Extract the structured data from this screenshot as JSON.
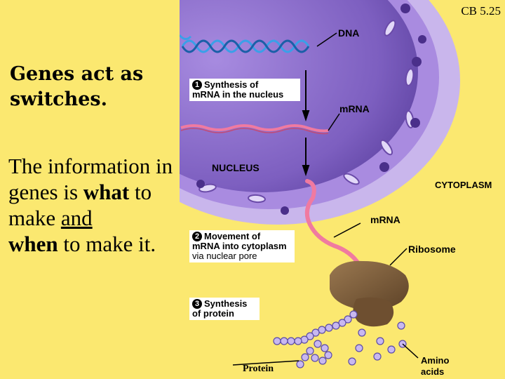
{
  "slide": {
    "code": "CB 5.25",
    "heading_line1": "Genes act as",
    "heading_line2": "switches.",
    "text_part1": "The information in genes is ",
    "text_what": "what",
    "text_part2": " to make ",
    "text_and": "and",
    "text_when": "when",
    "text_part3": " to make it."
  },
  "diagram": {
    "labels": {
      "dna": "DNA",
      "mrna_nucleus": "mRNA",
      "nucleus": "NUCLEUS",
      "cytoplasm": "CYTOPLASM",
      "mrna_cytoplasm": "mRNA",
      "ribosome": "Ribosome",
      "amino_line1": "Amino",
      "amino_line2": "acids",
      "protein": "Protein"
    },
    "steps": [
      {
        "number": "1",
        "line1": "Synthesis of",
        "line2": "mRNA in the nucleus"
      },
      {
        "number": "2",
        "line1": "Movement of",
        "line2": "mRNA into cytoplasm",
        "line3": "via nuclear pore"
      },
      {
        "number": "3",
        "line1": "Synthesis",
        "line2": "of protein"
      }
    ]
  },
  "colors": {
    "background": "#fbe870",
    "nucleus": "#8a68c8",
    "dna": "#3aa0e8",
    "mrna": "#f07aa0",
    "ribosome": "#7a5a38",
    "amino_acids": "#c8b8f0"
  }
}
